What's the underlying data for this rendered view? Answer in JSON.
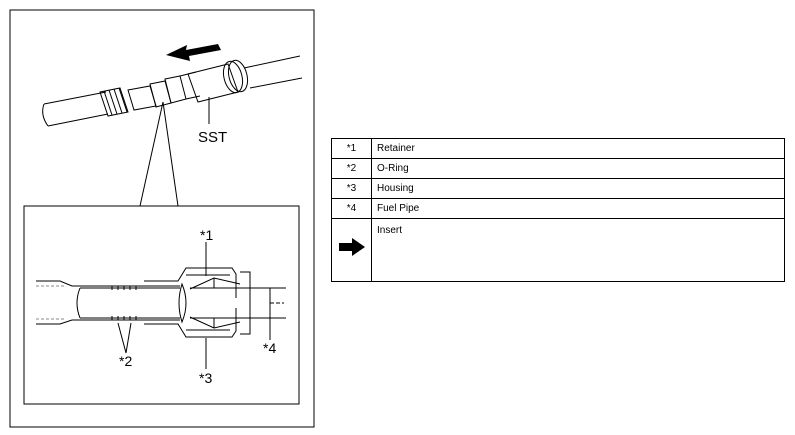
{
  "diagram": {
    "sst_label": "SST",
    "callouts": {
      "retainer": "*1",
      "o_ring": "*2",
      "housing": "*3",
      "fuel_pipe": "*4"
    }
  },
  "legend": {
    "rows": [
      {
        "key": "*1",
        "text": "Retainer"
      },
      {
        "key": "*2",
        "text": "O-Ring"
      },
      {
        "key": "*3",
        "text": "Housing"
      },
      {
        "key": "*4",
        "text": "Fuel Pipe"
      }
    ],
    "arrow_row": {
      "icon": "insert-arrow-icon",
      "text": "Insert"
    }
  }
}
